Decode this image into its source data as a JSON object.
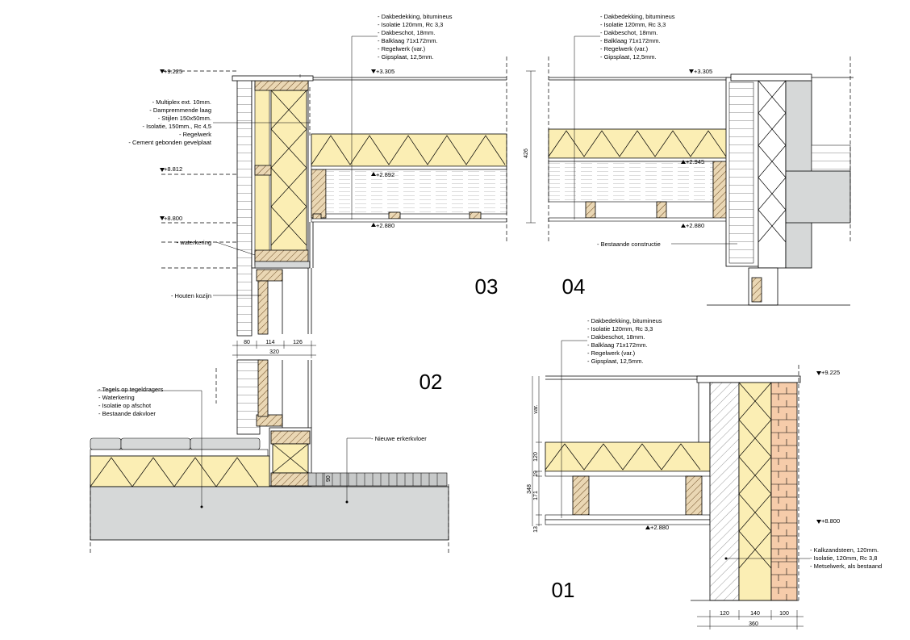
{
  "details": {
    "d01": {
      "number": "01",
      "roof_layers": [
        "- Dakbedekking, bitumineus",
        "- Isolatie 120mm, Rc 3,3",
        "- Dakbeschot, 18mm.",
        "- Balklaag 71x172mm.",
        "- Regelwerk (var.)",
        "- Gipsplaat, 12,5mm."
      ],
      "wall_layers": [
        "- Kalkzandsteen, 120mm.",
        "- Isolatie, 120mm, Rc 3,8",
        "- Metselwerk, als bestaand"
      ],
      "levels": [
        "+9.225",
        "+8.800",
        "+2.880"
      ],
      "dims_bottom": [
        "120",
        "140",
        "100"
      ],
      "dim_total": "360",
      "dims_left": [
        "var.",
        "120",
        "19",
        "171",
        "13"
      ],
      "dim_left_total": "348"
    },
    "d02": {
      "number": "02",
      "floor_layers": [
        "- Tegels op tegeldragers",
        "- Waterkering",
        "- Isolatie op afschot",
        "- Bestaande dakvloer"
      ],
      "new_floor": "- Nieuwe erkerkvloer",
      "frame": "- Houten kozijn",
      "dim_step": "90"
    },
    "d03": {
      "number": "03",
      "roof_layers": [
        "- Dakbedekking, bitumineus",
        "- Isolatie 120mm, Rc 3,3",
        "- Dakbeschot, 18mm.",
        "- Balklaag 71x172mm.",
        "- Regelwerk (var.)",
        "- Gipsplaat, 12,5mm."
      ],
      "wall_layers": [
        "- Multiplex ext. 10mm.",
        "- Dampremmende laag",
        "- Stijlen 150x50mm.",
        "- Isolatie, 150mm., Rc 4,5",
        "- Regelwerk",
        "- Cement gebonden gevelplaat"
      ],
      "waterproofing": "- waterkering",
      "levels_left": [
        "+9.225",
        "+8.812",
        "+8.800"
      ],
      "levels_inner": [
        "+3.305",
        "+2.892",
        "+2.880"
      ],
      "dims_bottom": [
        "80",
        "114",
        "126"
      ],
      "dim_total": "320"
    },
    "d04": {
      "number": "04",
      "roof_layers": [
        "- Dakbedekking, bitumineus",
        "- Isolatie 120mm, Rc 3,3",
        "- Dakbeschot, 18mm.",
        "- Balklaag 71x172mm.",
        "- Regelwerk (var.)",
        "- Gipsplaat, 12,5mm."
      ],
      "existing": "- Bestaande constructie",
      "levels": [
        "+3.305",
        "+2.945",
        "+2.880"
      ],
      "dim_vertical": "426"
    }
  }
}
